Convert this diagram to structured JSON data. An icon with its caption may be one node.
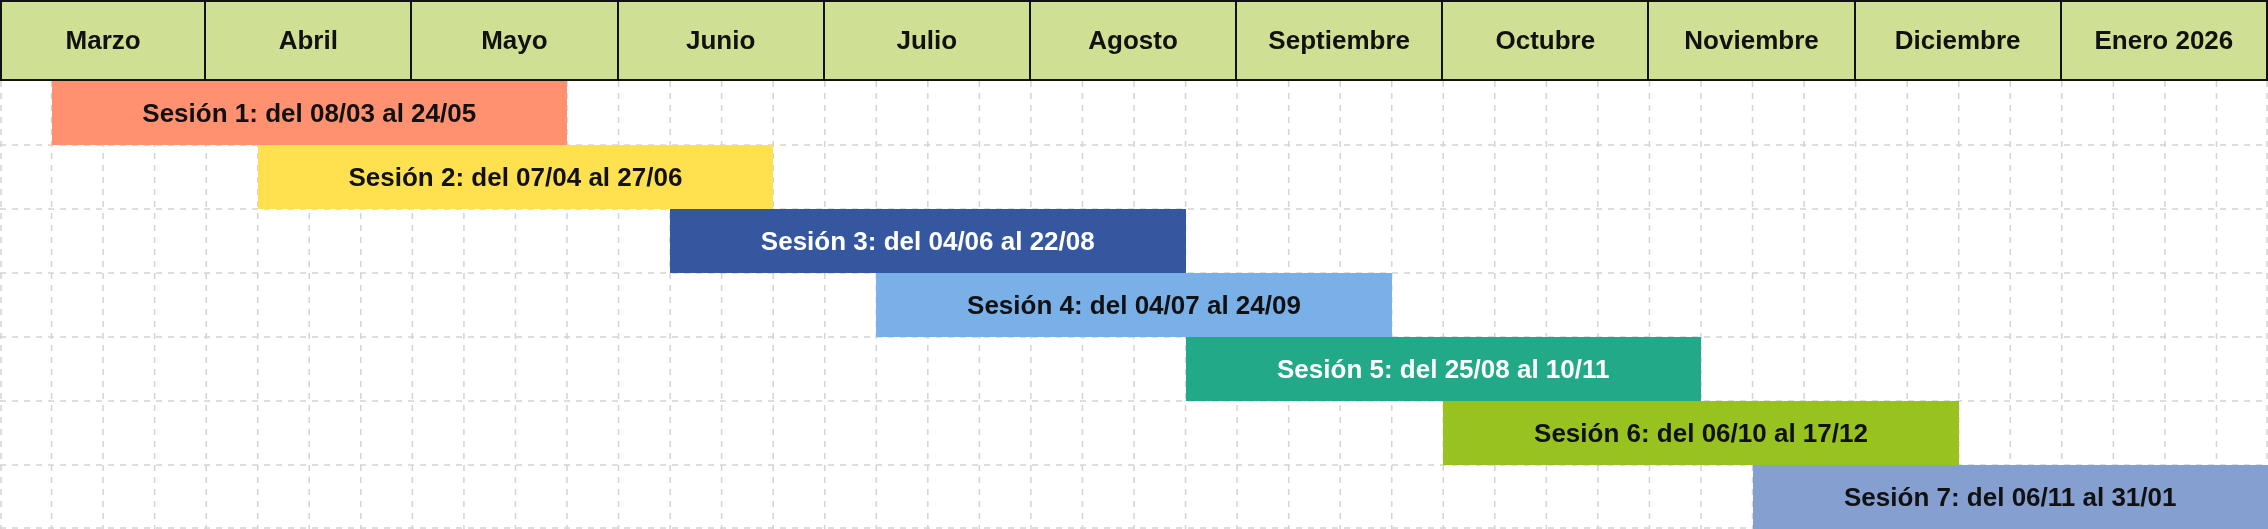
{
  "diagram": {
    "nodes": [
      {
        "text": [
          "Marzo"
        ]
      },
      {
        "text": [
          "Abril"
        ]
      },
      {
        "text": [
          "Mayo"
        ]
      },
      {
        "text": [
          "Junio"
        ]
      },
      {
        "text": [
          "Julio"
        ]
      },
      {
        "text": [
          "Agosto"
        ]
      },
      {
        "text": [
          "Septiembre"
        ]
      },
      {
        "text": [
          "Octubre"
        ]
      },
      {
        "text": [
          "Noviembre"
        ]
      },
      {
        "text": [
          "Diciembre"
        ]
      },
      {
        "text": [
          "Enero 2026"
        ]
      },
      {
        "text": [
          "Sesión 1: del 08/03 al 24/05"
        ]
      },
      {
        "text": [
          "Sesión 2: del 07/04 al 27/06"
        ]
      },
      {
        "text": [
          "Sesión 3: del 04/06 al 22/08"
        ]
      },
      {
        "text": [
          "Sesión 4: del 04/07 al 24/09"
        ]
      },
      {
        "text": [
          "Sesión 5: del 25/08 al 10/11"
        ]
      },
      {
        "text": [
          "Sesión 6: del 06/10 al 17/12"
        ]
      },
      {
        "text": [
          "Sesión 7: del 06/11 al 31/01"
        ]
      }
    ]
  }
}
